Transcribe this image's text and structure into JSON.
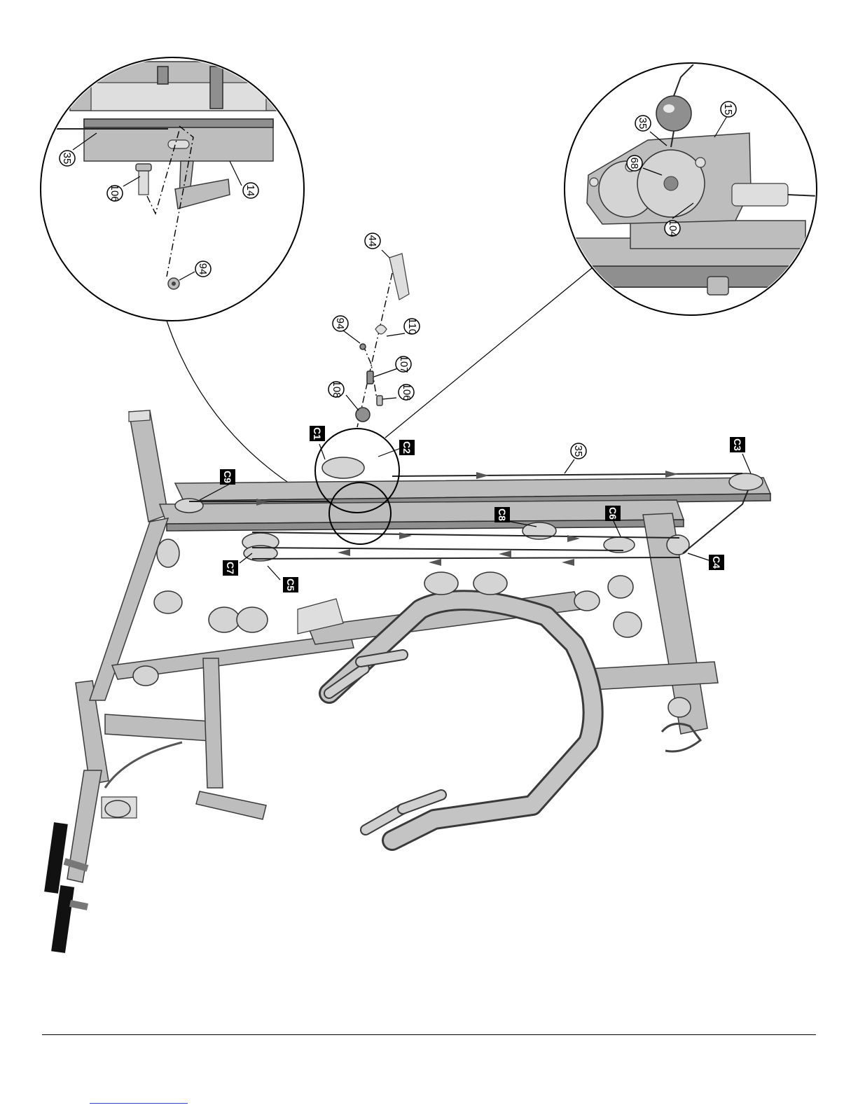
{
  "part_labels": {
    "p35_detail_left": "35",
    "p106_detail_left": "106",
    "p14": "14",
    "p94_detail_left": "94",
    "p15": "15",
    "p35_detail_right": "35",
    "p68": "68",
    "p104": "104",
    "p44": "44",
    "p94_main": "94",
    "p110": "110",
    "p107": "107",
    "p106_main": "106",
    "p108": "108",
    "p35_main": "35"
  },
  "cable_labels": {
    "c1": "C1",
    "c2": "C2",
    "c3": "C3",
    "c4": "C4",
    "c5": "C5",
    "c6": "C6",
    "c7": "C7",
    "c8": "C8",
    "c9": "C9"
  }
}
